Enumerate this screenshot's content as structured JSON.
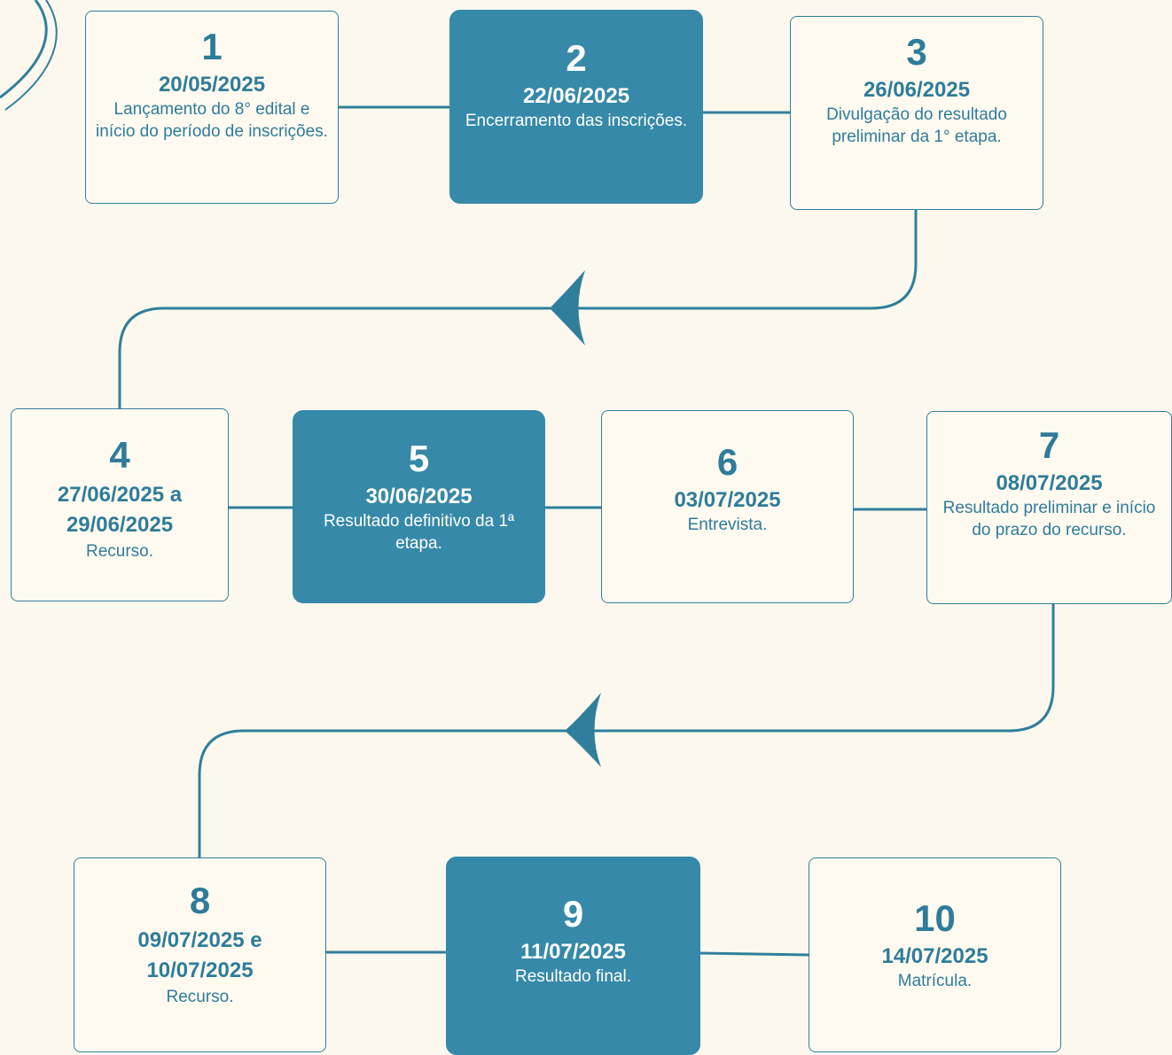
{
  "colors": {
    "accent": "#3689a8",
    "background": "#fdf8ee"
  },
  "steps": [
    {
      "num": "1",
      "date": "20/05/2025",
      "desc": "Lançamento do 8° edital e início do período de inscrições."
    },
    {
      "num": "2",
      "date": "22/06/2025",
      "desc": "Encerramento das inscrições."
    },
    {
      "num": "3",
      "date": "26/06/2025",
      "desc": "Divulgação do resultado preliminar da 1° etapa."
    },
    {
      "num": "4",
      "date": "27/06/2025 a 29/06/2025",
      "desc": "Recurso."
    },
    {
      "num": "5",
      "date": "30/06/2025",
      "desc": "Resultado definitivo da 1ª etapa."
    },
    {
      "num": "6",
      "date": "03/07/2025",
      "desc": "Entrevista."
    },
    {
      "num": "7",
      "date": "08/07/2025",
      "desc": "Resultado preliminar e início do prazo do recurso."
    },
    {
      "num": "8",
      "date": "09/07/2025 e 10/07/2025",
      "desc": "Recurso."
    },
    {
      "num": "9",
      "date": "11/07/2025",
      "desc": "Resultado final."
    },
    {
      "num": "10",
      "date": "14/07/2025",
      "desc": "Matrícula."
    }
  ]
}
